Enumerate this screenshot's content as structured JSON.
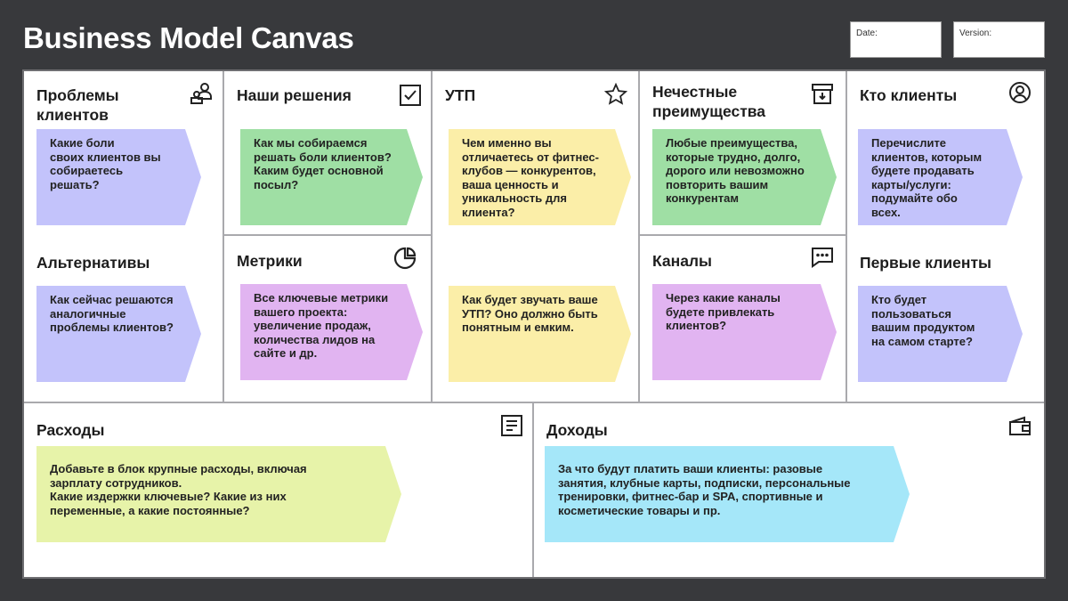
{
  "header": {
    "title": "Business Model Canvas",
    "date_label": "Date:",
    "version_label": "Version:"
  },
  "blocks": {
    "problems": {
      "title": "Проблемы\nклиентов",
      "icon": "users-icon",
      "text": "Какие боли\nсвоих клиентов вы\nсобираетесь\nрешать?"
    },
    "alternatives": {
      "title": "Альтернативы",
      "text": "Как сейчас решаются\nаналогичные\nпроблемы клиентов?"
    },
    "solutions": {
      "title": "Наши решения",
      "icon": "checkbox-icon",
      "text": "Как мы собираемся\nрешать боли клиентов?\nКаким будет основной\nпосыл?"
    },
    "metrics": {
      "title": "Метрики",
      "icon": "pie-chart-icon",
      "text": "Все ключевые метрики\nвашего проекта:\nувеличение продаж,\nколичества лидов на\nсайте и др."
    },
    "utp": {
      "title": "УТП",
      "icon": "star-icon",
      "text": "Чем именно вы\nотличаетесь от фитнес-\nклубов — конкурентов,\nваша ценность и\nуникальность для\nклиента?",
      "text2": "Как будет звучать ваше\nУТП? Оно должно быть\nпонятным и емким."
    },
    "advantages": {
      "title": "Нечестные\nпреимущества",
      "icon": "archive-icon",
      "text": "Любые преимущества,\nкоторые трудно, долго,\nдорого или невозможно\nповторить вашим\nконкурентам"
    },
    "channels": {
      "title": "Каналы",
      "icon": "chat-icon",
      "text": "Через какие каналы\nбудете привлекать\nклиентов?"
    },
    "customers": {
      "title": "Кто клиенты",
      "icon": "user-circle-icon",
      "text": "Перечислите\nклиентов, которым\nбудете продавать\nкарты/услуги:\nподумайте обо\nвсех."
    },
    "early": {
      "title": "Первые клиенты",
      "text": "Кто будет\nпользоваться\nвашим продуктом\nна самом старте?"
    },
    "costs": {
      "title": "Расходы",
      "icon": "document-icon",
      "text": "Добавьте в блок крупные расходы, включая\nзарплату сотрудников.\nКакие издержки ключевые? Какие из них\nпеременные, а какие постоянные?"
    },
    "revenue": {
      "title": "Доходы",
      "icon": "wallet-icon",
      "text": "За что будут платить ваши клиенты: разовые\nзанятия, клубные карты, подписки, персональные\nтренировки, фитнес-бар и SPA, спортивные и\nкосметические товары и пр."
    }
  },
  "colors": {
    "background": "#38393c",
    "violet": "#c3c3fb",
    "green": "#9fdfa4",
    "yellow": "#fbeea8",
    "purple": "#e1b4f1",
    "lime": "#e7f3a9",
    "cyan": "#a5e7f9"
  }
}
